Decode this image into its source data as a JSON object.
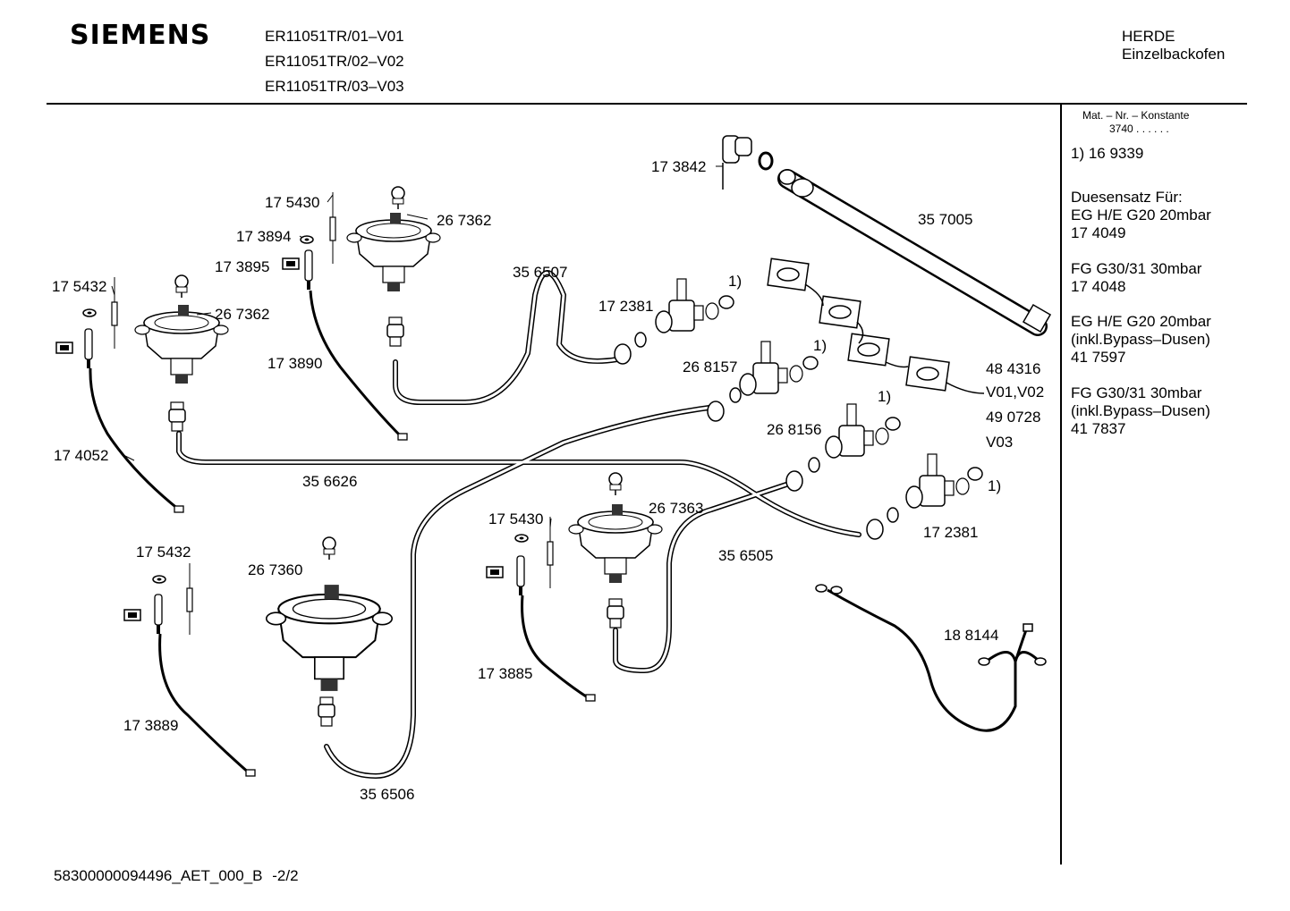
{
  "header": {
    "brand": "SIEMENS",
    "models": [
      "ER11051TR/01–V01",
      "ER11051TR/02–V02",
      "ER11051TR/03–V03"
    ],
    "category": "HERDE",
    "subcategory": "Einzelbackofen"
  },
  "sidebar": {
    "mat_nr_label": "Mat. – Nr. – Konstante",
    "mat_nr_value": "3740 . . . . . .",
    "note_1": "1) 16 9339",
    "nozzle_title": "Duesensatz Für:",
    "nozzles": [
      {
        "line1": "EG H/E G20 20mbar",
        "line2": "17 4049"
      },
      {
        "line1": "FG G30/31 30mbar",
        "line2": "17 4048"
      },
      {
        "line1": "EG H/E G20 20mbar",
        "line2": "(inkl.Bypass–Dusen)",
        "line3": "41 7597"
      },
      {
        "line1": "FG G30/31 30mbar",
        "line2": "(inkl.Bypass–Dusen)",
        "line3": "41 7837"
      }
    ]
  },
  "parts": {
    "p173842": "17 3842",
    "p175430a": "17 5430",
    "p267362a": "26 7362",
    "p173894": "17 3894",
    "p173895": "17 3895",
    "p356507": "35 6507",
    "p357005": "35 7005",
    "p175432a": "17 5432",
    "p267362b": "26 7362",
    "p172381a": "17 2381",
    "n1a": "1)",
    "p173890": "17 3890",
    "p268157": "26 8157",
    "n1b": "1)",
    "p484316": "48 4316",
    "v0102": "V01,V02",
    "p490728": "49 0728",
    "v03": "V03",
    "p174052": "17 4052",
    "p268156": "26 8156",
    "n1c": "1)",
    "p356626": "35 6626",
    "n1d": "1)",
    "p267363": "26 7363",
    "p175430b": "17 5430",
    "p172381b": "17 2381",
    "p175432b": "17 5432",
    "p267360": "26 7360",
    "p356505": "35 6505",
    "p188144": "18 8144",
    "p173885": "17 3885",
    "p173889": "17 3889",
    "p356506": "35 6506"
  },
  "footer": {
    "doc_id": "58300000094496_AET_000_B",
    "page": "-2/2"
  }
}
